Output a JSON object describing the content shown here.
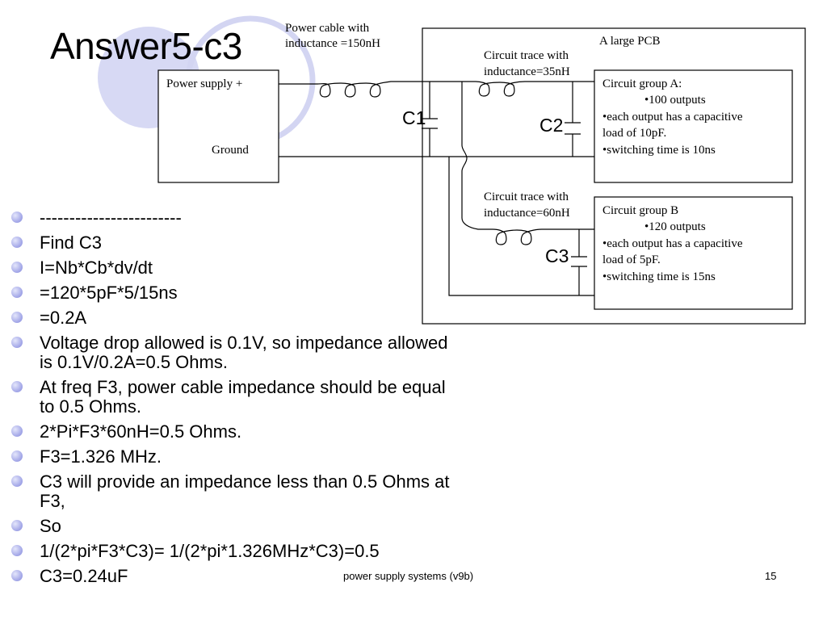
{
  "title": "Answer5-c3",
  "diagram": {
    "power_cable_label": [
      "Power cable with",
      "inductance =150nH"
    ],
    "pcb_label": "A large PCB",
    "trace_a_label": [
      "Circuit trace with",
      "inductance=35nH"
    ],
    "trace_b_label": [
      "Circuit trace with",
      "inductance=60nH"
    ],
    "power_supply_plus": "Power supply +",
    "ground": "Ground",
    "capacitors": [
      "C1",
      "C2",
      "C3"
    ],
    "group_a": [
      "Circuit group A:",
      "•100 outputs",
      "•each output has a capacitive",
      "load of 10pF.",
      "•switching time is 10ns"
    ],
    "group_b": [
      "Circuit group B",
      "•120 outputs",
      "•each output has a capacitive",
      "load of 5pF.",
      "•switching time is 15ns"
    ]
  },
  "bullets": [
    "------------------------",
    "Find C3",
    "I=Nb*Cb*dv/dt",
    "=120*5pF*5/15ns",
    "=0.2A",
    "Voltage drop allowed is 0.1V, so impedance allowed is 0.1V/0.2A=0.5 Ohms.",
    "At freq F3, power cable impedance should be equal to 0.5 Ohms.",
    "2*Pi*F3*60nH=0.5 Ohms.",
    "F3=1.326 MHz.",
    "C3 will provide an impedance less than 0.5 Ohms at F3,",
    "So",
    "1/(2*pi*F3*C3)= 1/(2*pi*1.326MHz*C3)=0.5",
    "C3=0.24uF"
  ],
  "footer": {
    "text": "power supply systems (v9b)",
    "page": "15"
  },
  "colors": {
    "decor_circle": "#d7d9f4",
    "decor_ring": "#c9cbef",
    "bullet": "#9fa3e6"
  }
}
